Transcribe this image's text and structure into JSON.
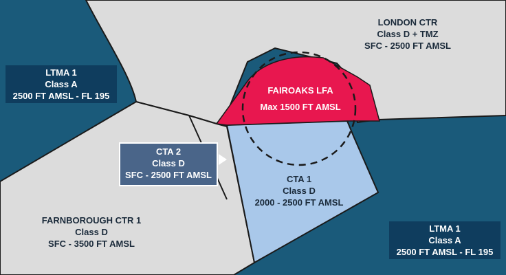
{
  "map": {
    "colors": {
      "ltma": "#1a5a7a",
      "ctr": "#dcdcdc",
      "cta1": "#a9c8ea",
      "fairoaks": "#e8174f",
      "cta2_box": "#4a6589",
      "border": "#1a1a1a"
    },
    "regions": {
      "ltma_west": {
        "name": "LTMA 1",
        "class": "Class A",
        "limits": "2500 FT AMSL - FL 195"
      },
      "ltma_south_east": {
        "name": "LTMA 1",
        "class": "Class A",
        "limits": "2500 FT AMSL - FL 195"
      },
      "london_ctr": {
        "name": "LONDON CTR",
        "class": "Class D + TMZ",
        "limits": "SFC - 2500 FT AMSL"
      },
      "fairoaks_lfa": {
        "name": "FAIROAKS LFA",
        "limits": "Max 1500 FT AMSL"
      },
      "cta_2": {
        "name": "CTA 2",
        "class": "Class D",
        "limits": "SFC - 2500 FT AMSL"
      },
      "cta_1": {
        "name": "CTA 1",
        "class": "Class D",
        "limits": "2000 - 2500 FT AMSL"
      },
      "farnborough_ctr_1": {
        "name": "FARNBOROUGH CTR 1",
        "class": "Class D",
        "limits": "SFC - 3500 FT AMSL"
      }
    }
  }
}
